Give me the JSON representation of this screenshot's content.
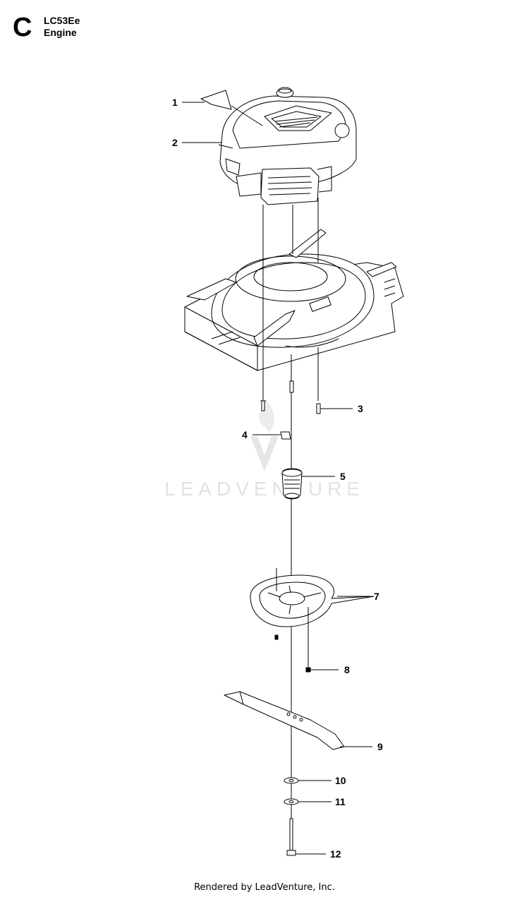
{
  "header": {
    "section_letter": "C",
    "model": "LC53Ee",
    "section_name": "Engine"
  },
  "watermark": "LEADVENTURE",
  "footer": "Rendered by LeadVenture, Inc.",
  "callouts": [
    "1",
    "2",
    "3",
    "4",
    "5",
    "7",
    "8",
    "9",
    "10",
    "11",
    "12"
  ],
  "colors": {
    "line": "#000000",
    "watermark": "#e2e2e2"
  }
}
